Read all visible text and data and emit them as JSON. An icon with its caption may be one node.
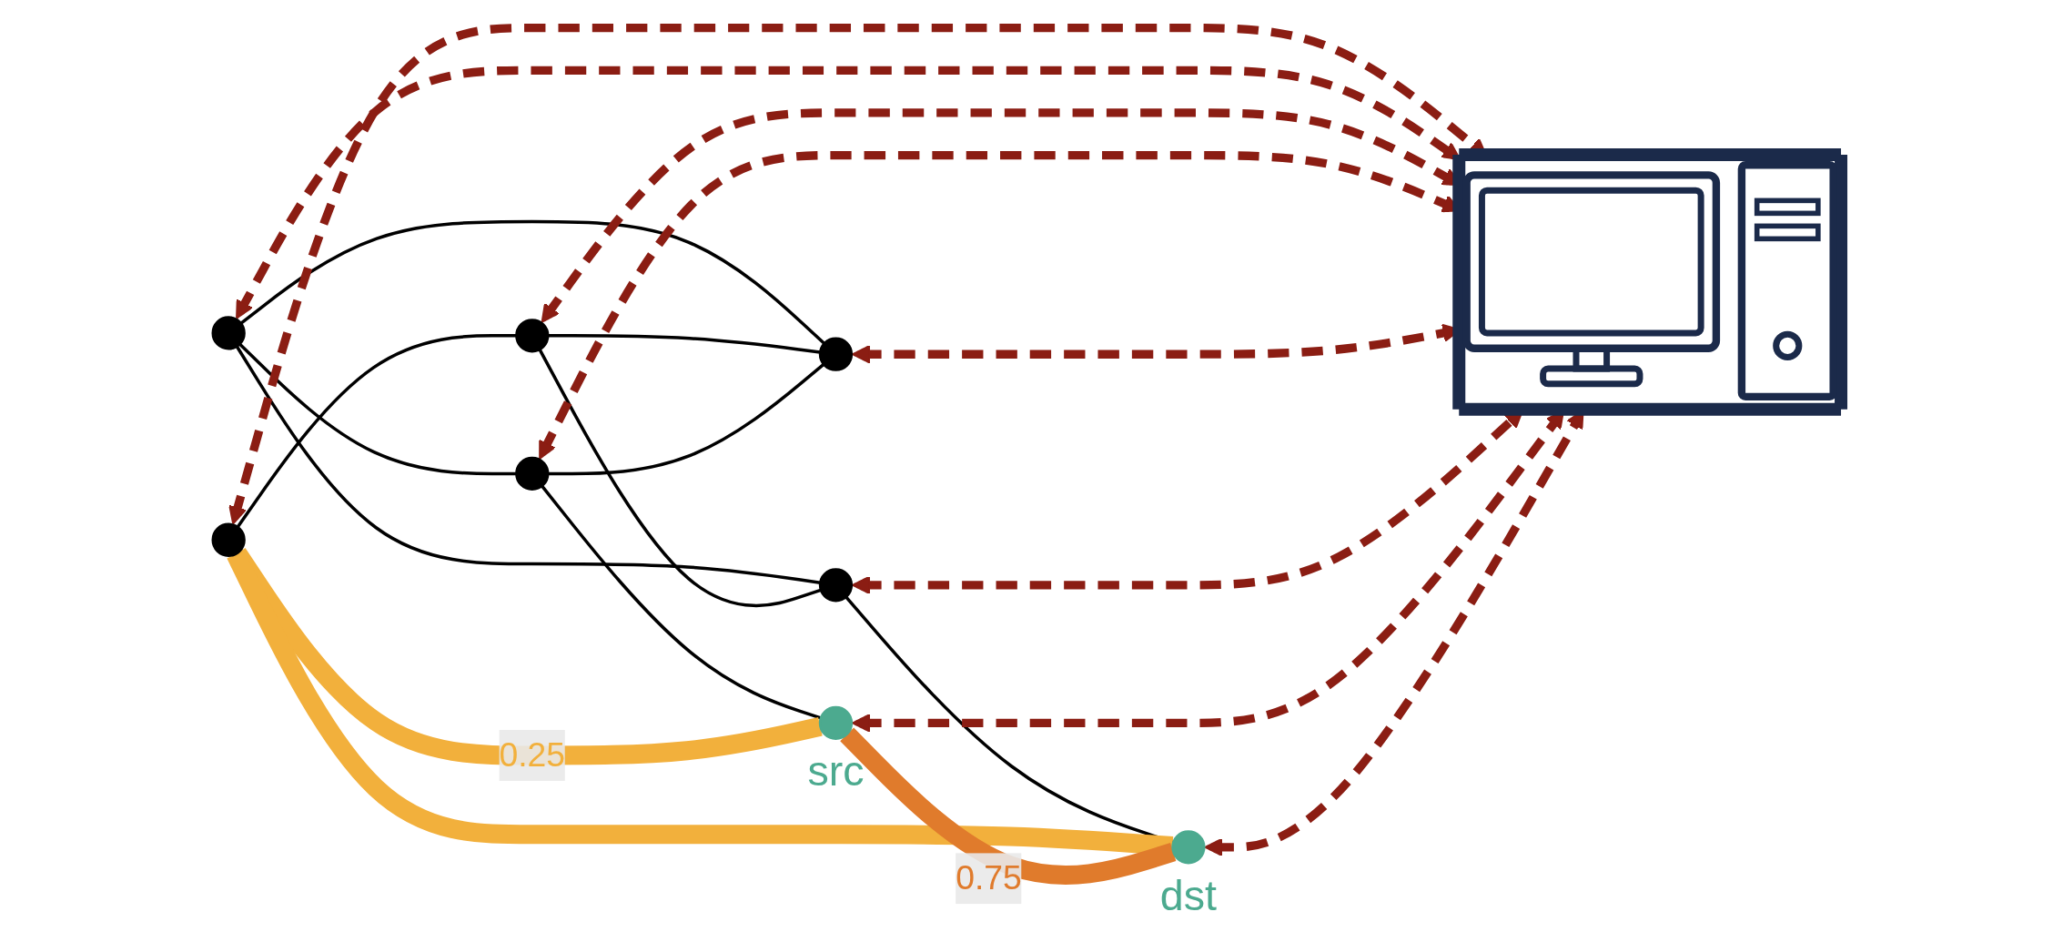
{
  "diagram": {
    "nodes": [
      {
        "text": [],
        "shape": "circle"
      },
      {
        "text": [],
        "shape": "circle"
      },
      {
        "text": [],
        "shape": "circle"
      },
      {
        "text": [],
        "shape": "circle"
      },
      {
        "text": [],
        "shape": "circle"
      },
      {
        "text": [],
        "shape": "circle"
      },
      {
        "text": [],
        "shape": "circle",
        "beside": [
          "src"
        ]
      },
      {
        "text": [],
        "shape": "circle",
        "beside": [
          "dst"
        ]
      },
      {
        "text": [],
        "shape": "picture"
      }
    ],
    "edges": [
      {
        "from": 0,
        "to": 2,
        "arrow": "none"
      },
      {
        "from": 1,
        "to": 3,
        "arrow": "none"
      },
      {
        "from": 1,
        "to": 5,
        "arrow": "none"
      },
      {
        "from": 1,
        "to": 4,
        "arrow": "none"
      },
      {
        "from": 2,
        "to": 4,
        "arrow": "none"
      },
      {
        "from": 2,
        "to": 5,
        "arrow": "none"
      },
      {
        "from": 3,
        "to": 4,
        "arrow": "none"
      },
      {
        "from": 3,
        "to": 6,
        "arrow": "none"
      },
      {
        "from": 5,
        "to": 7,
        "arrow": "none"
      },
      {
        "from": 0,
        "to": 6,
        "arrow": "none",
        "label": "0.25",
        "style": "thick",
        "color": "#f2b03c"
      },
      {
        "from": 0,
        "to": 7,
        "arrow": "none",
        "style": "thick",
        "color": "#f2b03c"
      },
      {
        "from": 6,
        "to": 7,
        "arrow": "none",
        "label": "0.75",
        "style": "thick",
        "color": "#e07b2c"
      },
      {
        "from": 0,
        "to": 8,
        "arrow": "both",
        "style": "dashed",
        "color": "#8b1d13"
      },
      {
        "from": 1,
        "to": 8,
        "arrow": "both",
        "style": "dashed",
        "color": "#8b1d13"
      },
      {
        "from": 2,
        "to": 8,
        "arrow": "both",
        "style": "dashed",
        "color": "#8b1d13"
      },
      {
        "from": 3,
        "to": 8,
        "arrow": "both",
        "style": "dashed",
        "color": "#8b1d13"
      },
      {
        "from": 4,
        "to": 8,
        "arrow": "both",
        "style": "dashed",
        "color": "#8b1d13"
      },
      {
        "from": 5,
        "to": 8,
        "arrow": "both",
        "style": "dashed",
        "color": "#8b1d13"
      },
      {
        "from": 6,
        "to": 8,
        "arrow": "both",
        "style": "dashed",
        "color": "#8b1d13"
      },
      {
        "from": 7,
        "to": 8,
        "arrow": "both",
        "style": "dashed",
        "color": "#8b1d13"
      }
    ]
  }
}
